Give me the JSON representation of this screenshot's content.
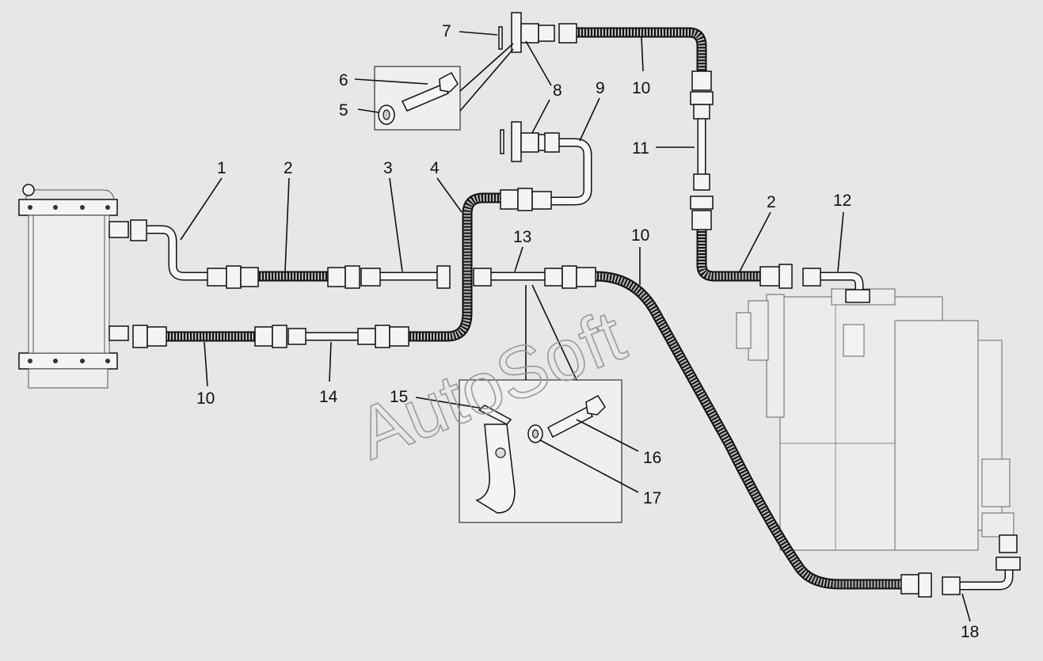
{
  "watermark": "AutoSoft",
  "callouts": [
    {
      "id": "c1",
      "text": "1"
    },
    {
      "id": "c2a",
      "text": "2"
    },
    {
      "id": "c3",
      "text": "3"
    },
    {
      "id": "c4",
      "text": "4"
    },
    {
      "id": "c5",
      "text": "5"
    },
    {
      "id": "c6",
      "text": "6"
    },
    {
      "id": "c7",
      "text": "7"
    },
    {
      "id": "c8",
      "text": "8"
    },
    {
      "id": "c9",
      "text": "9"
    },
    {
      "id": "c10a",
      "text": "10"
    },
    {
      "id": "c10b",
      "text": "10"
    },
    {
      "id": "c10c",
      "text": "10"
    },
    {
      "id": "c11",
      "text": "11"
    },
    {
      "id": "c12",
      "text": "12"
    },
    {
      "id": "c13",
      "text": "13"
    },
    {
      "id": "c2b",
      "text": "2"
    },
    {
      "id": "c14",
      "text": "14"
    },
    {
      "id": "c15",
      "text": "15"
    },
    {
      "id": "c16",
      "text": "16"
    },
    {
      "id": "c17",
      "text": "17"
    },
    {
      "id": "c18",
      "text": "18"
    }
  ]
}
